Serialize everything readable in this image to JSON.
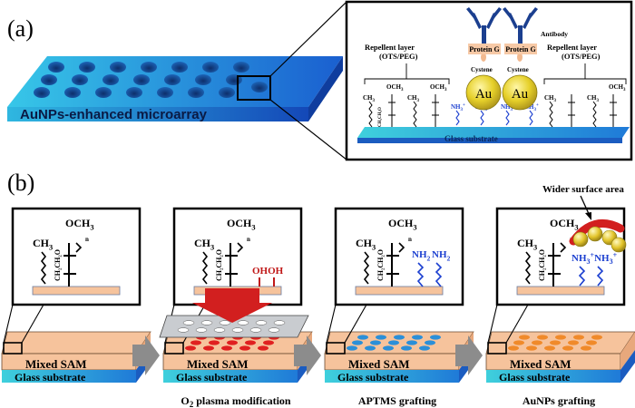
{
  "panel_a": {
    "label": "(a)",
    "microarray_label": "AuNPs-enhanced microarray",
    "inset": {
      "antibody": "Antibody",
      "protein_g_left": "Protein G",
      "protein_g_right": "Protein G",
      "cystene_left": "Cystene",
      "cystene_right": "Cystene",
      "au_left": "Au",
      "au_right": "Au",
      "repellent_left_line1": "Repellent layer",
      "repellent_left_line2": "(OTS/PEG)",
      "repellent_right_line1": "Repellent layer",
      "repellent_right_line2": "(OTS/PEG)",
      "och3": "OCH",
      "och3_sub": "3",
      "ch3": "CH",
      "ch3_sub": "3",
      "ch2ch2o": "CH₂CH₂O",
      "n": "n",
      "nh3": "NH",
      "nh3_sub": "3",
      "nh3_sup": "+",
      "glass_substrate": "Glass substrate"
    }
  },
  "panel_b": {
    "label": "(b)",
    "steps": [
      {
        "caption": "",
        "caption_sub": "",
        "caption_rest": ""
      },
      {
        "caption": "O",
        "caption_sub": "2",
        "caption_rest": " plasma modification"
      },
      {
        "caption": "APTMS grafting",
        "caption_sub": "",
        "caption_rest": ""
      },
      {
        "caption": "AuNPs grafting",
        "caption_sub": "",
        "caption_rest": ""
      }
    ],
    "mixed_sam": "Mixed SAM",
    "glass_substrate": "Glass substrate",
    "och3": "OCH",
    "och3_sub": "3",
    "ch3": "CH",
    "ch3_sub": "3",
    "ch2ch2o": "CH₂CH₂O",
    "n": "n",
    "ohoh": "OHOH",
    "nh2a": "NH",
    "nh2b": "NH",
    "nh2_sub": "2",
    "nh3a": "NH",
    "nh3b": "NH",
    "nh3_sub": "3",
    "nh3_sup": "+",
    "wider_surface": "Wider surface area"
  },
  "colors": {
    "blue_plate": "#1f6fd6",
    "blue_light": "#3ec8e8",
    "sam_orange": "#f6c39c",
    "gold": "#e3c521",
    "antibody_blue": "#1b3f8f",
    "protein_g": "#f7c9a6",
    "red_arrow": "#d21f1f",
    "dot_red": "#e02020",
    "dot_blue": "#2b8fd8",
    "dot_orange": "#f08a2a",
    "grey_arrow": "#8c8c8c"
  }
}
